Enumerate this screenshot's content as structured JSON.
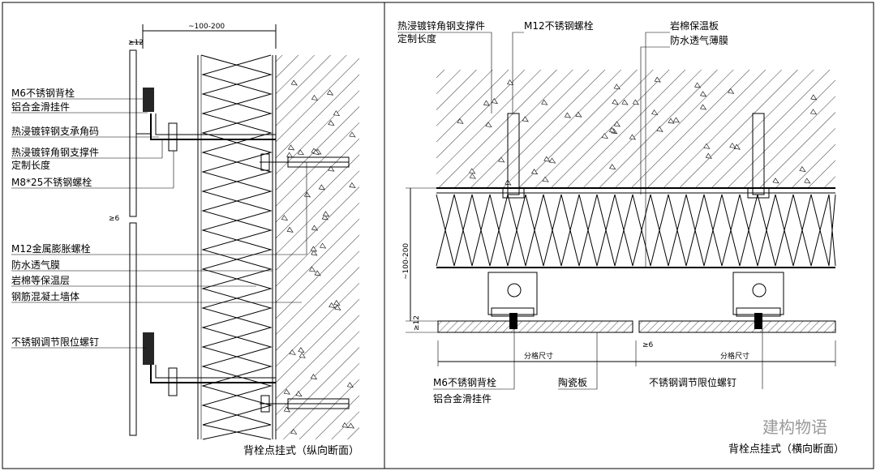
{
  "left_panel": {
    "title": "背栓点挂式（纵向断面）",
    "dim_top": "~100-200",
    "dim_gap": "≥12",
    "dim_joint": "≥6",
    "labels": [
      "M6不锈钢背栓",
      "铝合金滑挂件",
      "热浸镀锌钢支承角码",
      "热浸镀锌角钢支撑件",
      "定制长度",
      "M8*25不锈钢螺栓",
      "M12金属膨胀螺栓",
      "防水透气膜",
      "岩棉等保温层",
      "钢筋混凝土墙体",
      "不锈钢调节限位螺钉"
    ]
  },
  "right_panel": {
    "title": "背栓点挂式（横向断面）",
    "top_labels": {
      "angle_support": "热浸镀锌角钢支撑件",
      "custom_length": "定制长度",
      "bolt": "M12不锈钢螺栓",
      "rock_wool": "岩棉保温板",
      "membrane": "防水透气薄膜"
    },
    "dim_vertical": "~100-200",
    "dim_gap": "≥12",
    "dim_joint": "≥6",
    "grid_size_label_1": "分格尺寸",
    "grid_size_label_2": "分格尺寸",
    "bottom_labels": {
      "back_anchor": "M6不锈钢背栓",
      "hanger": "铝合金滑挂件",
      "ceramic": "陶瓷板",
      "screw": "不锈钢调节限位螺钉"
    }
  },
  "watermark": "建构物语"
}
